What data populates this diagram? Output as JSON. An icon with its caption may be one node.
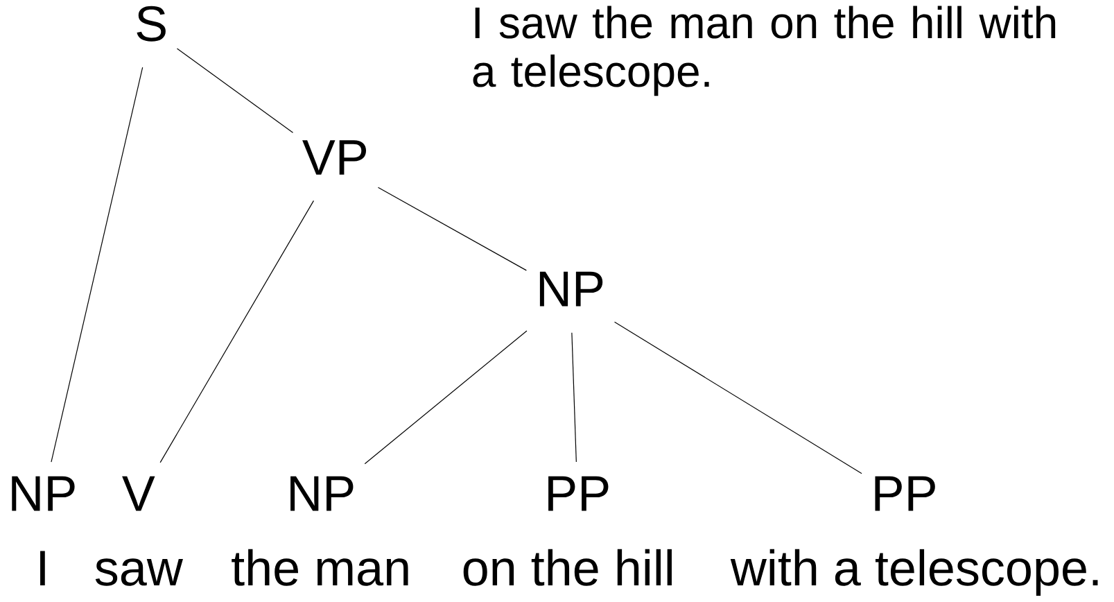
{
  "diagram": {
    "nodes": [
      {
        "text": [
          "S"
        ]
      },
      {
        "text": [
          "VP"
        ]
      },
      {
        "text": [
          "NP"
        ]
      },
      {
        "text": [
          "NP"
        ],
        "beside": [
          "I"
        ]
      },
      {
        "text": [
          "V"
        ],
        "beside": [
          "saw"
        ]
      },
      {
        "text": [
          "NP"
        ],
        "beside": [
          "the man"
        ]
      },
      {
        "text": [
          "PP"
        ],
        "beside": [
          "on the hill"
        ]
      },
      {
        "text": [
          "PP"
        ],
        "beside": [
          "with a telescope."
        ]
      }
    ],
    "edges": [
      {
        "from": 0,
        "to": 3,
        "arrow": "none"
      },
      {
        "from": 0,
        "to": 1,
        "arrow": "none"
      },
      {
        "from": 1,
        "to": 4,
        "arrow": "none"
      },
      {
        "from": 1,
        "to": 2,
        "arrow": "none"
      },
      {
        "from": 2,
        "to": 5,
        "arrow": "none"
      },
      {
        "from": 2,
        "to": 6,
        "arrow": "none"
      },
      {
        "from": 2,
        "to": 7,
        "arrow": "none"
      }
    ],
    "labels": [
      "I saw the man on the hill with a telescope."
    ]
  }
}
